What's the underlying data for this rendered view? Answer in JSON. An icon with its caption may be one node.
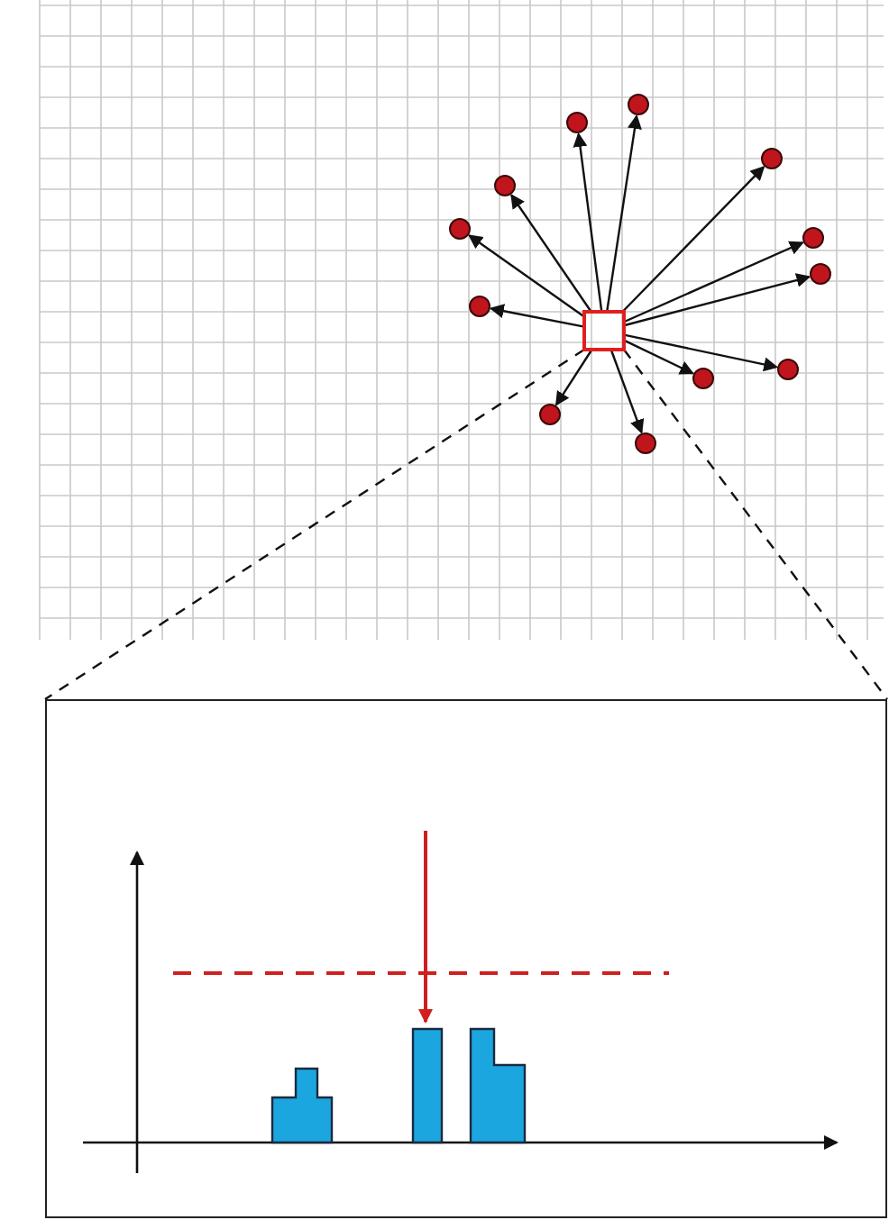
{
  "diagram": {
    "nodes": [
      {
        "text": [],
        "shape": "box"
      },
      {
        "text": [],
        "shape": "circle"
      },
      {
        "text": [],
        "shape": "circle"
      },
      {
        "text": [],
        "shape": "circle"
      },
      {
        "text": [],
        "shape": "circle"
      },
      {
        "text": [],
        "shape": "circle"
      },
      {
        "text": [],
        "shape": "circle"
      },
      {
        "text": [],
        "shape": "circle"
      },
      {
        "text": [],
        "shape": "circle"
      },
      {
        "text": [],
        "shape": "circle"
      },
      {
        "text": [],
        "shape": "circle"
      },
      {
        "text": [],
        "shape": "circle"
      },
      {
        "text": [],
        "shape": "circle"
      },
      {
        "text": [],
        "shape": "box"
      }
    ],
    "edges": [
      {
        "from": 0,
        "to": 1,
        "arrow": "to"
      },
      {
        "from": 0,
        "to": 2,
        "arrow": "to"
      },
      {
        "from": 0,
        "to": 3,
        "arrow": "to"
      },
      {
        "from": 0,
        "to": 4,
        "arrow": "to"
      },
      {
        "from": 0,
        "to": 5,
        "arrow": "to"
      },
      {
        "from": 0,
        "to": 6,
        "arrow": "to"
      },
      {
        "from": 0,
        "to": 7,
        "arrow": "to"
      },
      {
        "from": 0,
        "to": 8,
        "arrow": "to"
      },
      {
        "from": 0,
        "to": 9,
        "arrow": "to"
      },
      {
        "from": 0,
        "to": 10,
        "arrow": "to"
      },
      {
        "from": 0,
        "to": 11,
        "arrow": "to"
      },
      {
        "from": 0,
        "to": 12,
        "arrow": "to"
      },
      {
        "from": 0,
        "to": 13,
        "arrow": "none",
        "style": "dashed"
      },
      {
        "from": 0,
        "to": 13,
        "arrow": "none",
        "style": "dashed"
      }
    ]
  }
}
